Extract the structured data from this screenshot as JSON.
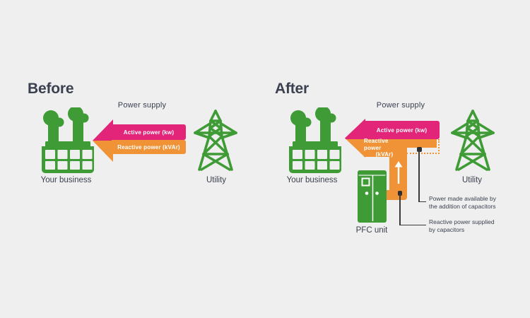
{
  "colors": {
    "background": "#efefef",
    "green": "#3e9b35",
    "pink": "#e22579",
    "orange": "#ef9336",
    "text": "#3b4150",
    "callout_line": "#3a3a3a"
  },
  "before": {
    "title": "Before",
    "power_supply_label": "Power supply",
    "arrow": {
      "active_label": "Active power (kw)",
      "reactive_label": "Reactive power (kVAr)"
    },
    "business_label": "Your business",
    "utility_label": "Utility"
  },
  "after": {
    "title": "After",
    "power_supply_label": "Power supply",
    "arrow": {
      "active_label": "Active power (kw)",
      "reactive_label_line1": "Reactive power",
      "reactive_label_line2": "(kVAr)"
    },
    "business_label": "Your business",
    "utility_label": "Utility",
    "pfc_label": "PFC unit",
    "callouts": [
      {
        "line1": "Power made available by",
        "line2": "the addition of capacitors"
      },
      {
        "line1": "Reactive power supplied",
        "line2": "by capacitors"
      }
    ]
  },
  "icons": {
    "factory": "factory-icon",
    "tower": "transmission-tower-icon",
    "pfc_cabinet": "pfc-cabinet-icon",
    "up_arrow": "up-arrow-icon",
    "left_arrow": "power-flow-arrowhead-icon"
  }
}
